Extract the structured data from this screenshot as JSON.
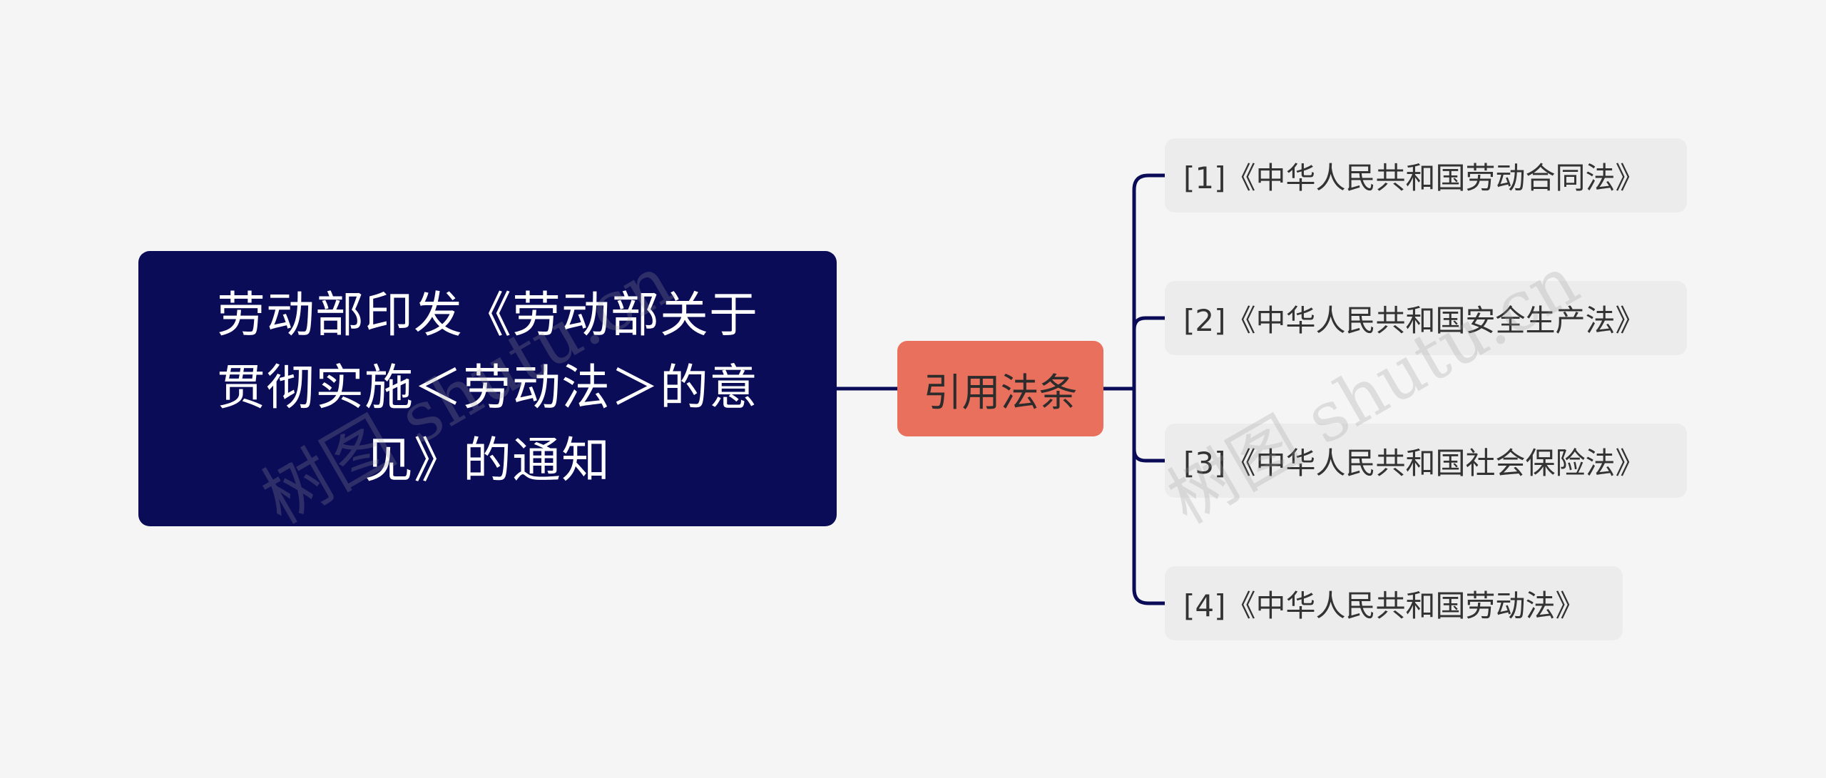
{
  "root": {
    "title_line1": "劳动部印发《劳动部关于",
    "title_line2": "贯彻实施＜劳动法＞的意",
    "title_line3": "见》的通知"
  },
  "branch": {
    "label": "引用法条"
  },
  "leaves": [
    {
      "label": "[1]《中华人民共和国劳动合同法》"
    },
    {
      "label": "[2]《中华人民共和国安全生产法》"
    },
    {
      "label": "[3]《中华人民共和国社会保险法》"
    },
    {
      "label": "[4]《中华人民共和国劳动法》"
    }
  ],
  "watermarks": [
    "树图 shutu.cn",
    "树图 shutu.cn"
  ],
  "colors": {
    "background": "#f5f5f5",
    "root_fill": "#0b0c58",
    "branch_fill": "#e8705d",
    "leaf_fill": "#ececec",
    "connector": "#0b0c58"
  }
}
